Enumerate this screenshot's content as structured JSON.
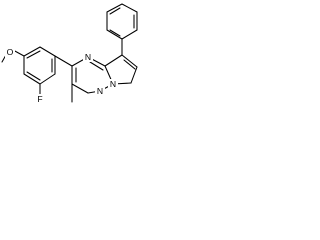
{
  "molecule": {
    "atom_labels": {
      "n_pyrimidine": "N",
      "n_bridgehead": "N",
      "n_pyrazole": "N",
      "o_methoxy": "O",
      "f_fluoro": "F"
    }
  },
  "colors": {
    "bond": "#000000",
    "label": "#000000",
    "background": "#ffffff"
  }
}
